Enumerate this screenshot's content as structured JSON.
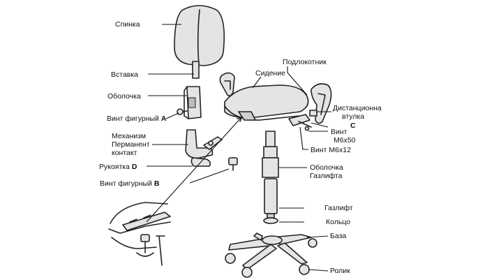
{
  "labels": {
    "spinka": "Спинка",
    "vstavka": "Вставка",
    "obolochka": "Оболочка",
    "vint_figurny_a_text": "Винт фигурный",
    "vint_figurny_a_letter": "A",
    "mekhanizm_1": "Механизм",
    "mekhanizm_2": "Перманент",
    "mekhanizm_3": "контакт",
    "rukoyatka_text": "Рукоятка",
    "rukoyatka_letter": "D",
    "vint_figurny_b_text": "Винт фигурный",
    "vint_figurny_b_letter": "B",
    "podlokotnik": "Подлокотник",
    "sidenie": "Сидение",
    "distantsionnaya_1": "Дистанционна",
    "distantsionnaya_2": "втулка",
    "letter_c": "C",
    "vint_m6x50_1": "Винт",
    "vint_m6x50_2": "М6x50",
    "vint_m6x12": "Винт М6x12",
    "obolochka_gazlifta_1": "Оболочка",
    "obolochka_gazlifta_2": "Газлифта",
    "gazlift": "Газлифт",
    "koltso": "Кольцо",
    "baza": "База",
    "rolik": "Ролик"
  }
}
